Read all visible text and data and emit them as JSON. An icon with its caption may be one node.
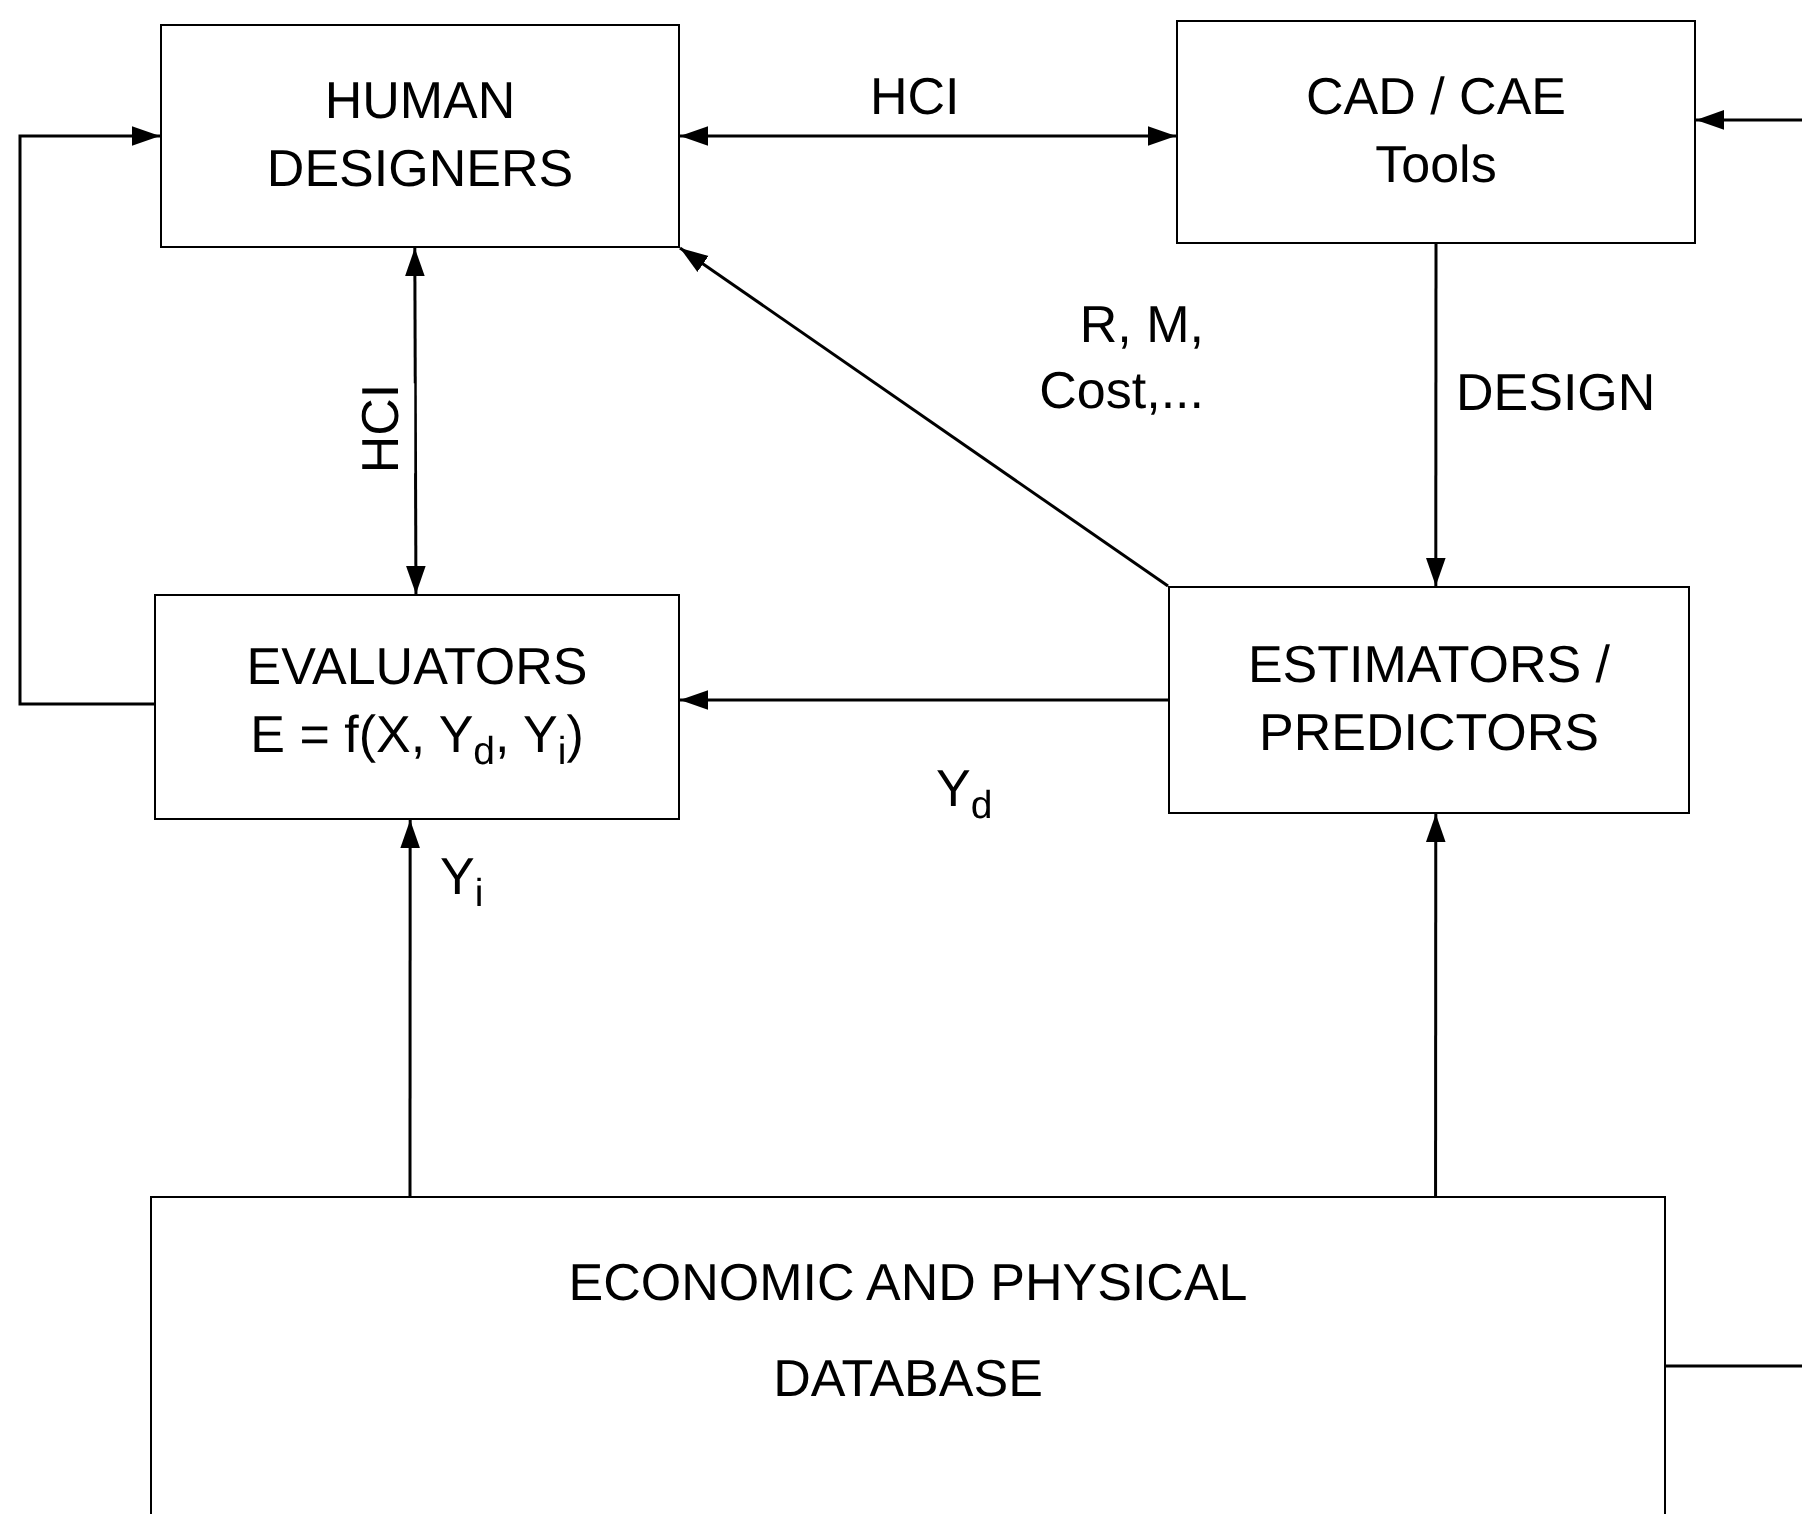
{
  "diagram": {
    "nodes": [
      {
        "text": [
          "HUMAN DESIGNERS"
        ]
      },
      {
        "text": [
          "CAD / CAE Tools"
        ]
      },
      {
        "text": [
          "EVALUATORS",
          "E = f(X, Y$_{d}$, Y$_{i}$)"
        ]
      },
      {
        "text": [
          "ESTIMATORS / PREDICTORS"
        ]
      },
      {
        "text": [
          "ECONOMIC AND PHYSICAL DATABASE"
        ]
      }
    ],
    "edges": [
      {
        "from": 0,
        "to": 1,
        "arrow": "both",
        "label": "HCI"
      },
      {
        "from": 0,
        "to": 2,
        "arrow": "both",
        "label": "HCI"
      },
      {
        "from": 1,
        "to": 3,
        "arrow": "to",
        "label": "DESIGN"
      },
      {
        "from": 3,
        "to": 0,
        "arrow": "to",
        "label": "R, M, Cost,..."
      },
      {
        "from": 3,
        "to": 2,
        "arrow": "to",
        "label": "Y$_{d}$"
      },
      {
        "from": 4,
        "to": 2,
        "arrow": "to",
        "label": "Y$_{i}$"
      },
      {
        "from": 4,
        "to": 3,
        "arrow": "to"
      },
      {
        "from": 2,
        "to": 0,
        "arrow": "to"
      },
      {
        "from": 4,
        "to": null,
        "arrow": "none"
      },
      {
        "from": null,
        "to": 1,
        "arrow": "to"
      }
    ]
  }
}
